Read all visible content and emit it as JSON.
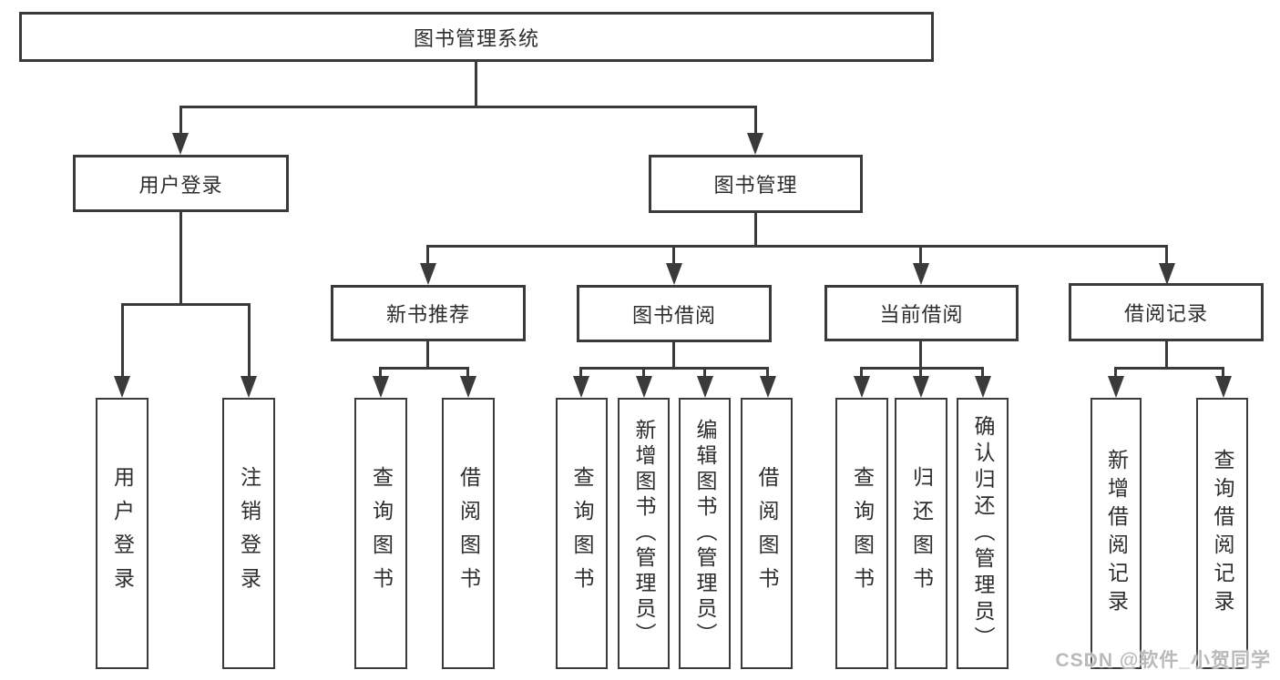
{
  "diagram": {
    "title": "图书管理系统",
    "nodes": {
      "root": "图书管理系统",
      "user_login": "用户登录",
      "book_mgmt": "图书管理",
      "new_books": "新书推荐",
      "book_borrow": "图书借阅",
      "current_borrow": "当前借阅",
      "borrow_records": "借阅记录",
      "leaf_user_login": "用户登录",
      "leaf_logout": "注销登录",
      "leaf_nb_query": "查询图书",
      "leaf_nb_borrow": "借阅图书",
      "leaf_bb_query": "查询图书",
      "leaf_bb_add": "新增图书（管理员）",
      "leaf_bb_edit": "编辑图书（管理员）",
      "leaf_bb_borrow": "借阅图书",
      "leaf_cb_query": "查询图书",
      "leaf_cb_return": "归还图书",
      "leaf_cb_confirm": "确认归还（管理员）",
      "leaf_br_add": "新增借阅记录",
      "leaf_br_query": "查询借阅记录"
    },
    "hierarchy": {
      "图书管理系统": {
        "用户登录": [
          "用户登录",
          "注销登录"
        ],
        "图书管理": {
          "新书推荐": [
            "查询图书",
            "借阅图书"
          ],
          "图书借阅": [
            "查询图书",
            "新增图书（管理员）",
            "编辑图书（管理员）",
            "借阅图书"
          ],
          "当前借阅": [
            "查询图书",
            "归还图书",
            "确认归还（管理员）"
          ],
          "借阅记录": [
            "新增借阅记录",
            "查询借阅记录"
          ]
        }
      }
    },
    "colors": {
      "line": "#3a3a3a",
      "text": "#2d2d2d",
      "background": "#ffffff",
      "watermark": "#b9b9b9"
    }
  },
  "watermark": "CSDN @软件_小贺同学"
}
